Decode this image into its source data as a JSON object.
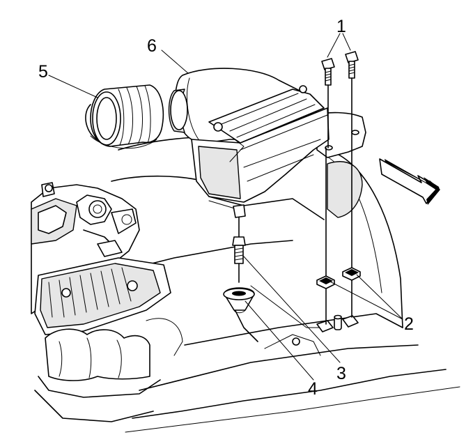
{
  "callouts": {
    "c1": "1",
    "c2": "2",
    "c3": "3",
    "c4": "4",
    "c5": "5",
    "c6": "6"
  },
  "legend_items": [
    {
      "number": "1",
      "part": "bolt-pair"
    },
    {
      "number": "2",
      "part": "rubber-grommet-pair"
    },
    {
      "number": "3",
      "part": "locating-stud"
    },
    {
      "number": "4",
      "part": "grommet"
    },
    {
      "number": "5",
      "part": "intake-duct-coupler"
    },
    {
      "number": "6",
      "part": "air-cleaner-housing"
    }
  ],
  "arrow_direction": "front-of-vehicle"
}
